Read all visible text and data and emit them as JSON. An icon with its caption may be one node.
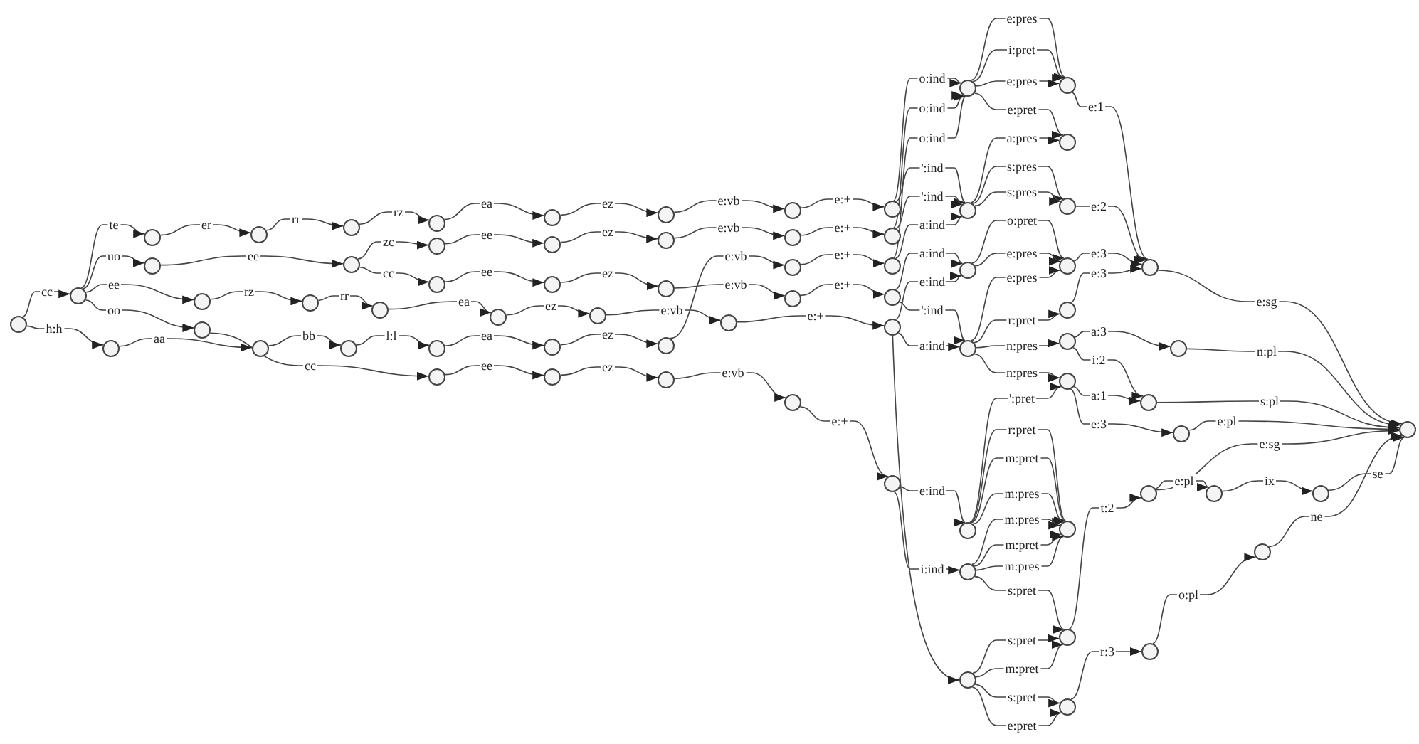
{
  "diagram": {
    "nodes": [
      {
        "text": [],
        "shape": "circle"
      },
      {
        "text": [],
        "shape": "circle"
      },
      {
        "text": [],
        "shape": "circle"
      },
      {
        "text": [],
        "shape": "circle"
      },
      {
        "text": [],
        "shape": "circle"
      },
      {
        "text": [],
        "shape": "circle"
      },
      {
        "text": [],
        "shape": "circle"
      },
      {
        "text": [],
        "shape": "circle"
      },
      {
        "text": [],
        "shape": "circle"
      },
      {
        "text": [],
        "shape": "circle"
      },
      {
        "text": [],
        "shape": "circle"
      },
      {
        "text": [],
        "shape": "circle"
      },
      {
        "text": [],
        "shape": "circle"
      },
      {
        "text": [],
        "shape": "circle"
      },
      {
        "text": [],
        "shape": "circle"
      },
      {
        "text": [],
        "shape": "circle"
      },
      {
        "text": [],
        "shape": "circle"
      },
      {
        "text": [],
        "shape": "circle"
      },
      {
        "text": [],
        "shape": "circle"
      },
      {
        "text": [],
        "shape": "circle"
      },
      {
        "text": [],
        "shape": "circle"
      },
      {
        "text": [],
        "shape": "circle"
      },
      {
        "text": [],
        "shape": "circle"
      },
      {
        "text": [],
        "shape": "circle"
      },
      {
        "text": [],
        "shape": "circle"
      },
      {
        "text": [],
        "shape": "circle"
      },
      {
        "text": [],
        "shape": "circle"
      },
      {
        "text": [],
        "shape": "circle"
      },
      {
        "text": [],
        "shape": "circle"
      },
      {
        "text": [],
        "shape": "circle"
      },
      {
        "text": [],
        "shape": "circle"
      },
      {
        "text": [],
        "shape": "circle"
      },
      {
        "text": [],
        "shape": "circle"
      },
      {
        "text": [],
        "shape": "circle"
      },
      {
        "text": [],
        "shape": "circle"
      },
      {
        "text": [],
        "shape": "circle"
      },
      {
        "text": [],
        "shape": "circle"
      },
      {
        "text": [],
        "shape": "circle"
      },
      {
        "text": [],
        "shape": "circle"
      },
      {
        "text": [],
        "shape": "circle"
      },
      {
        "text": [],
        "shape": "circle"
      },
      {
        "text": [],
        "shape": "circle"
      },
      {
        "text": [],
        "shape": "circle"
      },
      {
        "text": [],
        "shape": "circle"
      },
      {
        "text": [],
        "shape": "circle"
      },
      {
        "text": [],
        "shape": "circle"
      },
      {
        "text": [],
        "shape": "circle"
      },
      {
        "text": [],
        "shape": "circle"
      },
      {
        "text": [],
        "shape": "circle"
      },
      {
        "text": [],
        "shape": "circle"
      },
      {
        "text": [],
        "shape": "circle"
      },
      {
        "text": [],
        "shape": "circle"
      },
      {
        "text": [],
        "shape": "circle"
      },
      {
        "text": [],
        "shape": "circle"
      },
      {
        "text": [],
        "shape": "circle"
      },
      {
        "text": [],
        "shape": "circle"
      },
      {
        "text": [],
        "shape": "circle"
      },
      {
        "text": [],
        "shape": "circle"
      },
      {
        "text": [],
        "shape": "circle"
      },
      {
        "text": [],
        "shape": "circle"
      },
      {
        "text": [],
        "shape": "circle"
      },
      {
        "text": [],
        "shape": "circle"
      },
      {
        "text": [],
        "shape": "circle"
      },
      {
        "text": [],
        "shape": "circle"
      },
      {
        "text": [],
        "shape": "circle"
      },
      {
        "text": [],
        "shape": "circle"
      },
      {
        "text": [],
        "shape": "circle"
      },
      {
        "text": [],
        "shape": "circle"
      },
      {
        "text": [],
        "shape": "circle"
      },
      {
        "text": [],
        "shape": "circle"
      }
    ],
    "edges": [
      {
        "from": 0,
        "to": 1,
        "label": "cc",
        "arrow": "to"
      },
      {
        "from": 0,
        "to": 2,
        "label": "h:h",
        "arrow": "to"
      },
      {
        "from": 1,
        "to": 3,
        "label": "te",
        "arrow": "to"
      },
      {
        "from": 1,
        "to": 4,
        "label": "uo",
        "arrow": "to"
      },
      {
        "from": 1,
        "to": 5,
        "label": "ee",
        "arrow": "to"
      },
      {
        "from": 1,
        "to": 6,
        "label": "oo",
        "arrow": "to"
      },
      {
        "from": 2,
        "to": 15,
        "label": "aa",
        "arrow": "to"
      },
      {
        "from": 3,
        "to": 7,
        "label": "er",
        "arrow": "to"
      },
      {
        "from": 7,
        "to": 8,
        "label": "rr",
        "arrow": "to"
      },
      {
        "from": 4,
        "to": 9,
        "label": "ee",
        "arrow": "to"
      },
      {
        "from": 5,
        "to": 13,
        "label": "rz",
        "arrow": "to"
      },
      {
        "from": 13,
        "to": 14,
        "label": "rr",
        "arrow": "to"
      },
      {
        "from": 15,
        "to": 16,
        "label": "bb",
        "arrow": "to"
      },
      {
        "from": 16,
        "to": 17,
        "label": "l:l",
        "arrow": "to"
      },
      {
        "from": 6,
        "to": 18,
        "label": "cc",
        "arrow": "to"
      },
      {
        "from": 8,
        "to": 10,
        "label": "rz",
        "arrow": "to"
      },
      {
        "from": 9,
        "to": 11,
        "label": "zc",
        "arrow": "to"
      },
      {
        "from": 9,
        "to": 12,
        "label": "cc",
        "arrow": "to"
      },
      {
        "from": 14,
        "to": 21,
        "label": "ea",
        "arrow": "to"
      },
      {
        "from": 10,
        "to": 26,
        "label": "ea",
        "arrow": "to"
      },
      {
        "from": 11,
        "to": 30,
        "label": "ee",
        "arrow": "to"
      },
      {
        "from": 12,
        "to": 19,
        "label": "ee",
        "arrow": "to"
      },
      {
        "from": 17,
        "to": 22,
        "label": "ea",
        "arrow": "to"
      },
      {
        "from": 18,
        "to": 24,
        "label": "ee",
        "arrow": "to"
      },
      {
        "from": 26,
        "to": 27,
        "label": "ez",
        "arrow": "to"
      },
      {
        "from": 30,
        "to": 31,
        "label": "ez",
        "arrow": "to"
      },
      {
        "from": 19,
        "to": 20,
        "label": "ez",
        "arrow": "to"
      },
      {
        "from": 21,
        "to": 38,
        "label": "ez",
        "arrow": "to"
      },
      {
        "from": 22,
        "to": 23,
        "label": "ez",
        "arrow": "to"
      },
      {
        "from": 24,
        "to": 25,
        "label": "ez",
        "arrow": "to"
      },
      {
        "from": 27,
        "to": 28,
        "label": "e:vb",
        "arrow": "to"
      },
      {
        "from": 31,
        "to": 32,
        "label": "e:vb",
        "arrow": "to"
      },
      {
        "from": 23,
        "to": 34,
        "label": "e:vb",
        "arrow": "to"
      },
      {
        "from": 20,
        "to": 36,
        "label": "e:vb",
        "arrow": "to"
      },
      {
        "from": 38,
        "to": 39,
        "label": "e:vb",
        "arrow": "to"
      },
      {
        "from": 25,
        "to": 41,
        "label": "e:vb",
        "arrow": "to"
      },
      {
        "from": 28,
        "to": 29,
        "label": "e:+",
        "arrow": "to"
      },
      {
        "from": 32,
        "to": 33,
        "label": "e:+",
        "arrow": "to"
      },
      {
        "from": 34,
        "to": 35,
        "label": "e:+",
        "arrow": "to"
      },
      {
        "from": 36,
        "to": 37,
        "label": "e:+",
        "arrow": "to"
      },
      {
        "from": 39,
        "to": 40,
        "label": "e:+",
        "arrow": "to"
      },
      {
        "from": 41,
        "to": 42,
        "label": "e:+",
        "arrow": "to"
      },
      {
        "from": 29,
        "to": 43,
        "label": "o:ind",
        "arrow": "to"
      },
      {
        "from": 33,
        "to": 43,
        "label": "o:ind",
        "arrow": "to"
      },
      {
        "from": 35,
        "to": 43,
        "label": "o:ind",
        "arrow": "to"
      },
      {
        "from": 29,
        "to": 44,
        "label": "':ind",
        "arrow": "to"
      },
      {
        "from": 33,
        "to": 44,
        "label": "':ind",
        "arrow": "to"
      },
      {
        "from": 35,
        "to": 44,
        "label": "a:ind",
        "arrow": "to"
      },
      {
        "from": 37,
        "to": 45,
        "label": "a:ind",
        "arrow": "to"
      },
      {
        "from": 40,
        "to": 45,
        "label": "e:ind",
        "arrow": "to"
      },
      {
        "from": 37,
        "to": 46,
        "label": "':ind",
        "arrow": "to"
      },
      {
        "from": 40,
        "to": 46,
        "label": "a:ind",
        "arrow": "to"
      },
      {
        "from": 42,
        "to": 47,
        "label": "e:ind",
        "arrow": "to"
      },
      {
        "from": 42,
        "to": 48,
        "label": "i:ind",
        "arrow": "to"
      },
      {
        "from": 40,
        "to": 49,
        "arrow": "to"
      },
      {
        "from": 43,
        "to": 50,
        "label": "e:pres",
        "arrow": "to"
      },
      {
        "from": 43,
        "to": 50,
        "label": "i:pret",
        "arrow": "to"
      },
      {
        "from": 43,
        "to": 50,
        "label": "e:pres",
        "arrow": "to"
      },
      {
        "from": 43,
        "to": 51,
        "label": "e:pret",
        "arrow": "to"
      },
      {
        "from": 44,
        "to": 51,
        "label": "a:pres",
        "arrow": "to"
      },
      {
        "from": 44,
        "to": 52,
        "label": "s:pres",
        "arrow": "to"
      },
      {
        "from": 44,
        "to": 52,
        "label": "s:pres",
        "arrow": "to"
      },
      {
        "from": 45,
        "to": 53,
        "label": "o:pret",
        "arrow": "to"
      },
      {
        "from": 45,
        "to": 53,
        "label": "e:pres",
        "arrow": "to"
      },
      {
        "from": 46,
        "to": 53,
        "label": "e:pres",
        "arrow": "to"
      },
      {
        "from": 46,
        "to": 54,
        "label": "r:pret",
        "arrow": "to"
      },
      {
        "from": 46,
        "to": 55,
        "label": "n:pres",
        "arrow": "to"
      },
      {
        "from": 46,
        "to": 56,
        "label": "n:pres",
        "arrow": "to"
      },
      {
        "from": 47,
        "to": 56,
        "label": "':pret",
        "arrow": "to"
      },
      {
        "from": 47,
        "to": 57,
        "label": "r:pret",
        "arrow": "to"
      },
      {
        "from": 47,
        "to": 57,
        "label": "m:pret",
        "arrow": "to"
      },
      {
        "from": 47,
        "to": 57,
        "label": "m:pres",
        "arrow": "to"
      },
      {
        "from": 48,
        "to": 57,
        "label": "m:pres",
        "arrow": "to"
      },
      {
        "from": 48,
        "to": 57,
        "label": "m:pret",
        "arrow": "to"
      },
      {
        "from": 48,
        "to": 57,
        "label": "m:pres",
        "arrow": "to"
      },
      {
        "from": 48,
        "to": 58,
        "label": "s:pret",
        "arrow": "to"
      },
      {
        "from": 49,
        "to": 58,
        "label": "s:pret",
        "arrow": "to"
      },
      {
        "from": 49,
        "to": 58,
        "label": "m:pret",
        "arrow": "to"
      },
      {
        "from": 49,
        "to": 59,
        "label": "s:pret",
        "arrow": "to"
      },
      {
        "from": 49,
        "to": 59,
        "label": "e:pret",
        "arrow": "to"
      },
      {
        "from": 50,
        "to": 60,
        "label": "e:1",
        "arrow": "to"
      },
      {
        "from": 52,
        "to": 60,
        "label": "e:2",
        "arrow": "to"
      },
      {
        "from": 53,
        "to": 60,
        "label": "e:3",
        "arrow": "to"
      },
      {
        "from": 54,
        "to": 60,
        "label": "e:3",
        "arrow": "to"
      },
      {
        "from": 55,
        "to": 61,
        "label": "a:3",
        "arrow": "to"
      },
      {
        "from": 55,
        "to": 62,
        "label": "i:2",
        "arrow": "to"
      },
      {
        "from": 56,
        "to": 62,
        "label": "a:1",
        "arrow": "to"
      },
      {
        "from": 56,
        "to": 63,
        "label": "e:3",
        "arrow": "to"
      },
      {
        "from": 58,
        "to": 64,
        "label": "t:2",
        "arrow": "to"
      },
      {
        "from": 59,
        "to": 67,
        "label": "r:3",
        "arrow": "to"
      },
      {
        "from": 60,
        "to": 68,
        "label": "e:sg",
        "arrow": "to"
      },
      {
        "from": 61,
        "to": 68,
        "label": "n:pl",
        "arrow": "to"
      },
      {
        "from": 62,
        "to": 68,
        "label": "s:pl",
        "arrow": "to"
      },
      {
        "from": 63,
        "to": 68,
        "label": "e:pl",
        "arrow": "to"
      },
      {
        "from": 64,
        "to": 68,
        "label": "e:sg",
        "arrow": "to"
      },
      {
        "from": 64,
        "to": 65,
        "label": "e:pl",
        "arrow": "to"
      },
      {
        "from": 65,
        "to": 66,
        "label": "ix",
        "arrow": "to"
      },
      {
        "from": 66,
        "to": 68,
        "label": "se",
        "arrow": "to"
      },
      {
        "from": 67,
        "to": 69,
        "label": "o:pl",
        "arrow": "to"
      },
      {
        "from": 69,
        "to": 68,
        "label": "ne",
        "arrow": "to"
      }
    ]
  }
}
